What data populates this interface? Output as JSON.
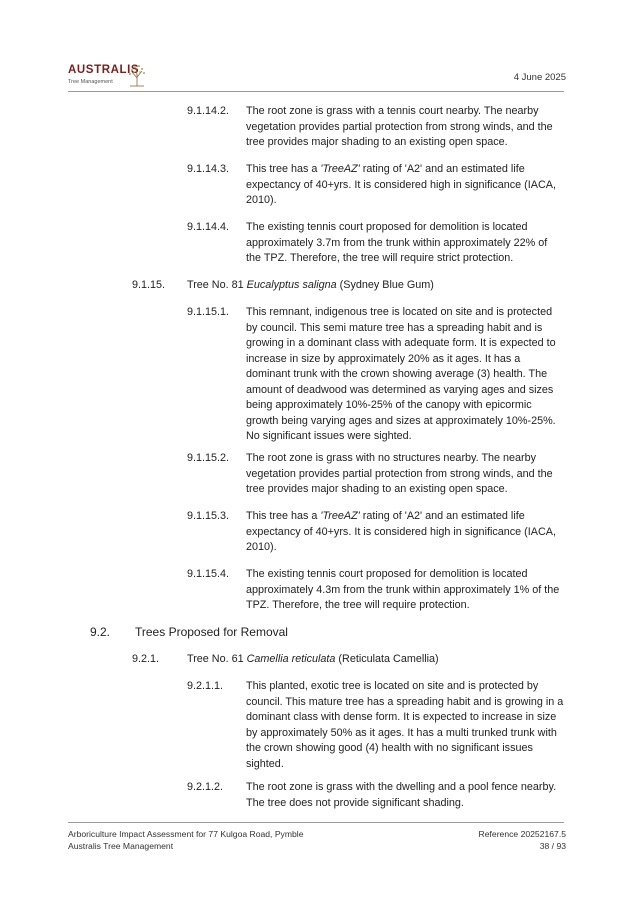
{
  "header": {
    "logo_name": "AUSTRALIS",
    "logo_sub": "Tree Management",
    "date": "4 June 2025"
  },
  "sections": {
    "s91142": {
      "num": "9.1.14.2.",
      "text": "The root zone is grass with a tennis court nearby. The nearby vegetation provides partial protection from strong winds, and the tree provides major shading to an existing open space."
    },
    "s91143": {
      "num": "9.1.14.3.",
      "t1": "This tree has a ",
      "t2": "'TreeAZ'",
      "t3": " rating of 'A2' and an estimated life expectancy of 40+yrs. It is considered high in significance (IACA, 2010)."
    },
    "s91144": {
      "num": "9.1.14.4.",
      "text": "The existing tennis court proposed for demolition is located approximately 3.7m from the trunk within approximately 22% of the TPZ. Therefore, the tree will require strict protection."
    },
    "s9115": {
      "num": "9.1.15.",
      "t1": "Tree No. 81 ",
      "t2": "Eucalyptus saligna",
      "t3": " (Sydney Blue Gum)"
    },
    "s91151": {
      "num": "9.1.15.1.",
      "text": "This remnant, indigenous tree is located on site and is protected by council. This semi mature tree has a spreading habit and is growing in a dominant class with adequate form. It is expected to increase in size by approximately 20% as it ages. It has a dominant trunk with the crown showing average (3) health. The amount of deadwood was determined as varying ages and sizes being approximately 10%-25% of the canopy with epicormic growth being varying ages and sizes at approximately 10%-25%. No significant issues were sighted."
    },
    "s91152": {
      "num": "9.1.15.2.",
      "text": "The root zone is grass with no structures nearby. The nearby vegetation provides partial protection from strong winds, and the tree provides major shading to an existing open space."
    },
    "s91153": {
      "num": "9.1.15.3.",
      "t1": "This tree has a ",
      "t2": "'TreeAZ'",
      "t3": " rating of 'A2' and an estimated life expectancy of 40+yrs. It is considered high in significance (IACA, 2010)."
    },
    "s91154": {
      "num": "9.1.15.4.",
      "text": "The existing tennis court proposed for demolition is located approximately 4.3m from the trunk within approximately 1% of the TPZ. Therefore, the tree will require protection."
    },
    "s92": {
      "num": "9.2.",
      "text": "Trees Proposed for Removal"
    },
    "s921": {
      "num": "9.2.1.",
      "t1": "Tree No. 61 ",
      "t2": "Camellia reticulata",
      "t3": " (Reticulata Camellia)"
    },
    "s9211": {
      "num": "9.2.1.1.",
      "text": "This planted, exotic tree is located on site and is protected by council. This mature tree has a spreading habit and is growing in a dominant class with dense form. It is expected to increase in size by approximately 50% as it ages. It has a multi trunked trunk with the crown showing good (4) health with no significant issues sighted."
    },
    "s9212": {
      "num": "9.2.1.2.",
      "text": "The root zone is grass with the dwelling and a pool fence nearby. The tree does not provide significant shading."
    }
  },
  "footer": {
    "left1": "Arboriculture Impact Assessment for 77 Kulgoa Road, Pymble",
    "left2": "Australis Tree Management",
    "ref": "Reference 20252167.5",
    "page": "38 / 93"
  }
}
